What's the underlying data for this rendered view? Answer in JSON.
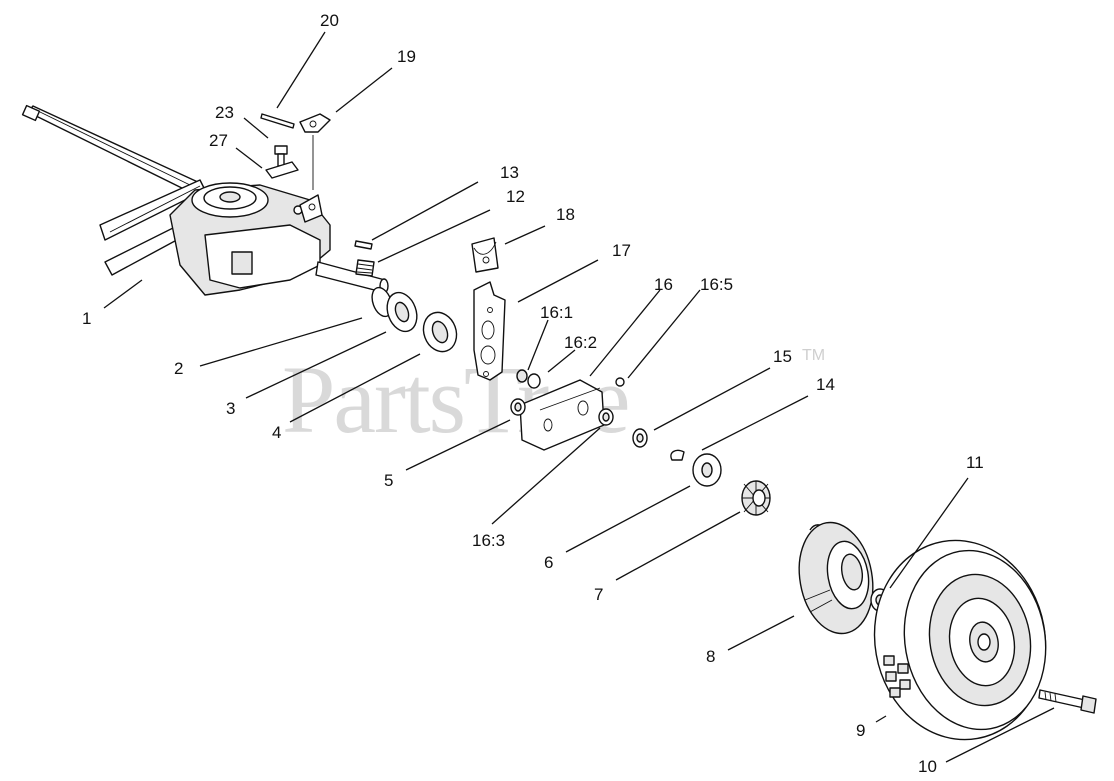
{
  "watermark": {
    "brand": "PartsTree",
    "trademark": "TM"
  },
  "callouts": [
    {
      "id": "c20",
      "text": "20"
    },
    {
      "id": "c19",
      "text": "19"
    },
    {
      "id": "c23",
      "text": "23"
    },
    {
      "id": "c27",
      "text": "27"
    },
    {
      "id": "c13",
      "text": "13"
    },
    {
      "id": "c12",
      "text": "12"
    },
    {
      "id": "c18",
      "text": "18"
    },
    {
      "id": "c17",
      "text": "17"
    },
    {
      "id": "c16",
      "text": "16"
    },
    {
      "id": "c165",
      "text": "16:5"
    },
    {
      "id": "c161",
      "text": "16:1"
    },
    {
      "id": "c162",
      "text": "16:2"
    },
    {
      "id": "c15",
      "text": "15"
    },
    {
      "id": "c14",
      "text": "14"
    },
    {
      "id": "c1",
      "text": "1"
    },
    {
      "id": "c2",
      "text": "2"
    },
    {
      "id": "c3",
      "text": "3"
    },
    {
      "id": "c4",
      "text": "4"
    },
    {
      "id": "c5",
      "text": "5"
    },
    {
      "id": "c163",
      "text": "16:3"
    },
    {
      "id": "c6",
      "text": "6"
    },
    {
      "id": "c7",
      "text": "7"
    },
    {
      "id": "c11",
      "text": "11"
    },
    {
      "id": "c8",
      "text": "8"
    },
    {
      "id": "c9",
      "text": "9"
    },
    {
      "id": "c10",
      "text": "10"
    }
  ]
}
